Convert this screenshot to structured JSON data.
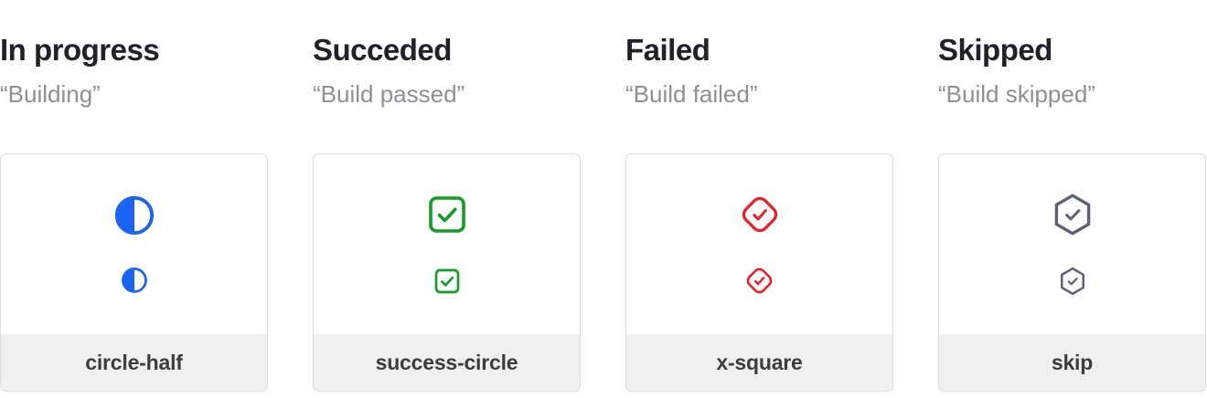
{
  "colors": {
    "background": "#ffffff",
    "heading_text": "#212227",
    "subtitle_text": "#8f8f94",
    "card_border": "#dddddd",
    "footer_background": "#f0f0f0",
    "footer_text": "#3d3d3d",
    "in_progress_blue": "#1b63f2",
    "succeded_green": "#109e23",
    "failed_red": "#e8212b",
    "skipped_gray": "#5d6370"
  },
  "columns": [
    {
      "title": "In progress",
      "subtitle": "“Building”",
      "label": "circle-half",
      "icon": "circle-half-icon",
      "color": "#1b63f2"
    },
    {
      "title": "Succeded",
      "subtitle": "“Build passed”",
      "label": "success-circle",
      "icon": "check-square-icon",
      "color": "#109e23"
    },
    {
      "title": "Failed",
      "subtitle": "“Build failed”",
      "label": "x-square",
      "icon": "check-diamond-icon",
      "color": "#e8212b"
    },
    {
      "title": "Skipped",
      "subtitle": "“Build skipped”",
      "label": "skip",
      "icon": "check-hexagon-icon",
      "color": "#5d6370"
    }
  ]
}
